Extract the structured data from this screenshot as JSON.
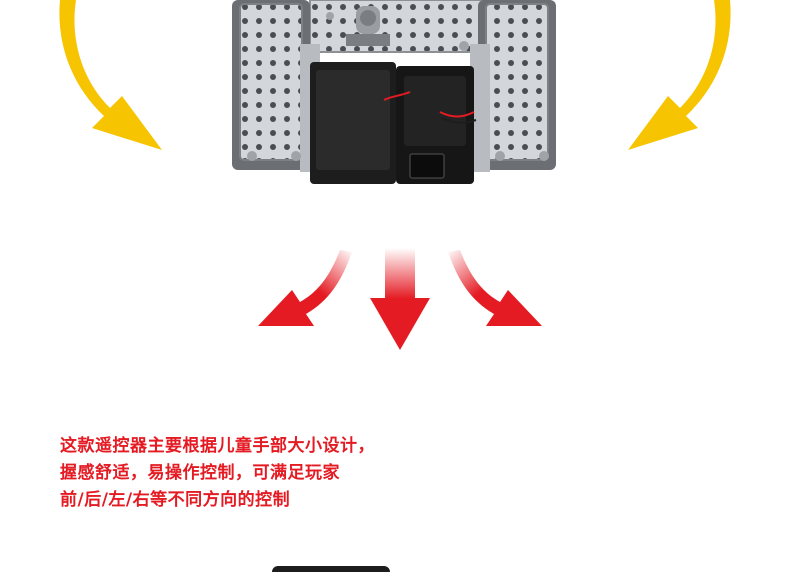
{
  "colors": {
    "yellow_arrow": "#f6c400",
    "red_arrow": "#e41b23",
    "caption_text": "#e41b23",
    "metal": "#c9ccd0",
    "battery": "#1d1d1d"
  },
  "icons": {
    "top_arrows": "curved-yellow-arrow",
    "bottom_arrows": "red-direction-arrow"
  },
  "caption": {
    "line1": "这款遥控器主要根据儿童手部大小设计，",
    "line2": "握感舒适，易操作控制，可满足玩家",
    "line3": "前/后/左/右等不同方向的控制"
  }
}
